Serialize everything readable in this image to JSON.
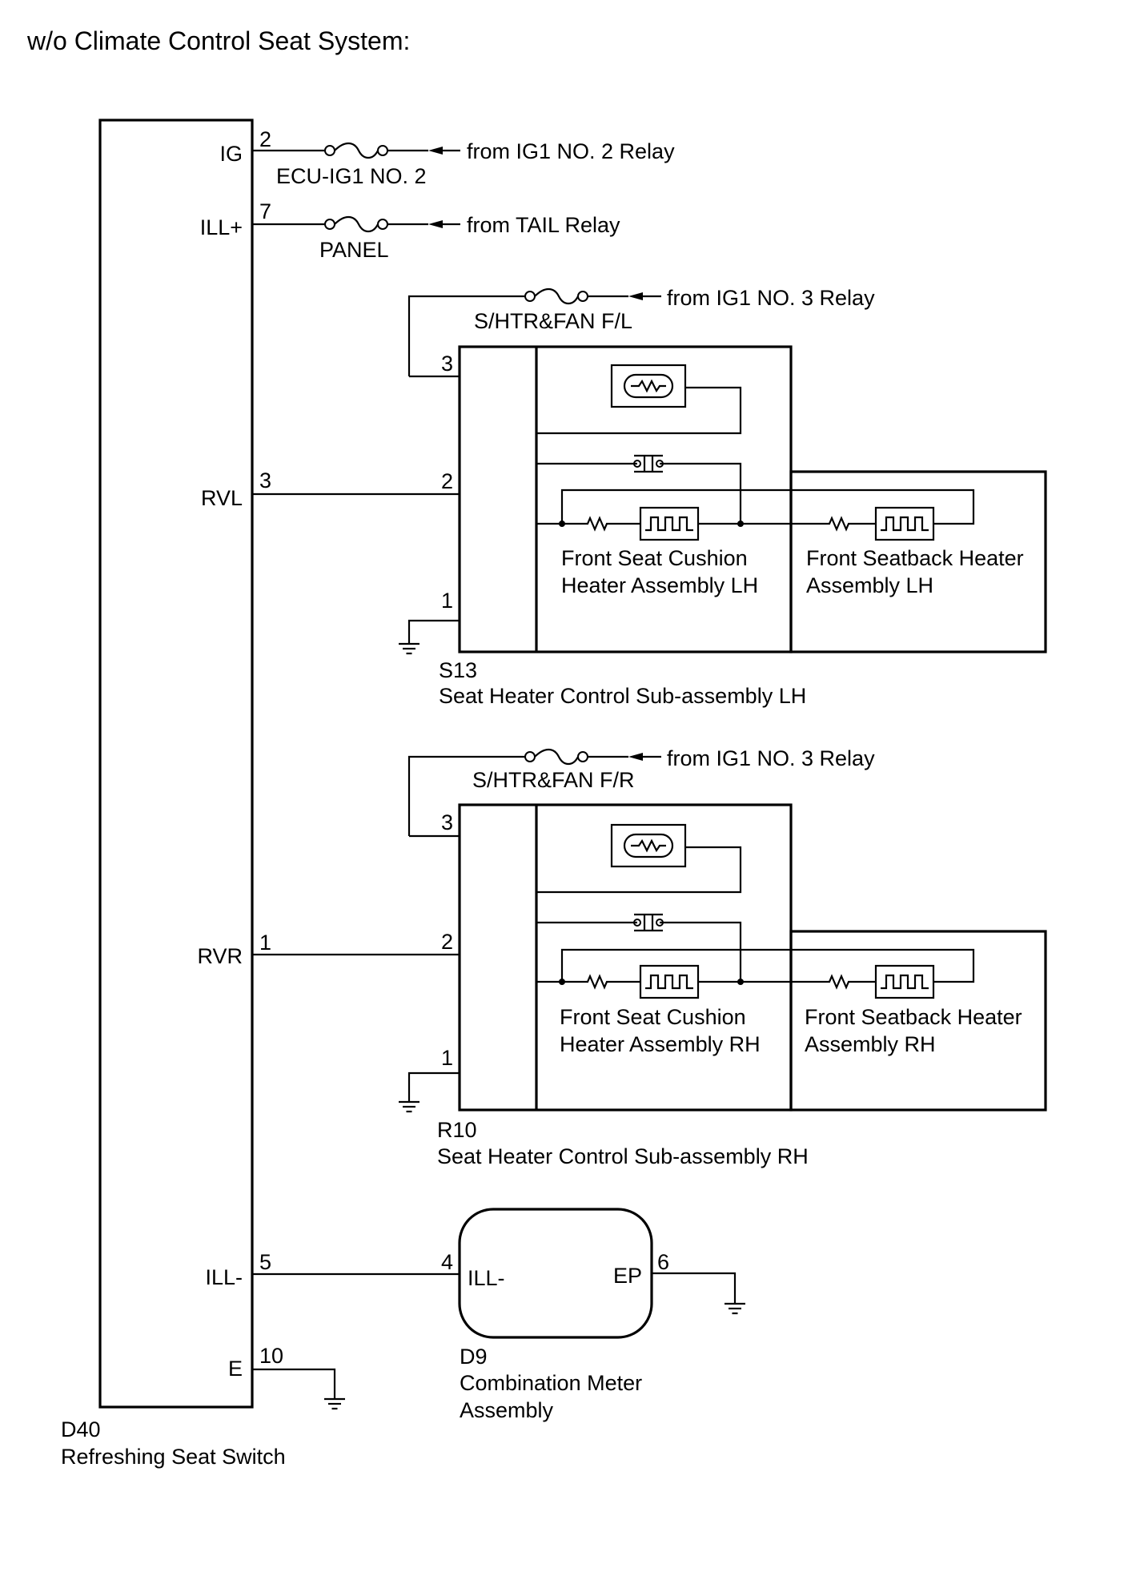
{
  "title": "w/o Climate Control Seat System:",
  "switch": {
    "code": "D40",
    "name": "Refreshing Seat Switch",
    "pins": {
      "ig": {
        "label": "IG",
        "num": "2"
      },
      "ill_plus": {
        "label": "ILL+",
        "num": "7"
      },
      "rvl": {
        "label": "RVL",
        "num": "3"
      },
      "rvr": {
        "label": "RVR",
        "num": "1"
      },
      "ill_minus": {
        "label": "ILL-",
        "num": "5"
      },
      "e": {
        "label": "E",
        "num": "10"
      }
    }
  },
  "fuses": {
    "ecu_ig1": {
      "name": "ECU-IG1 NO. 2",
      "source": "from IG1 NO. 2 Relay"
    },
    "panel": {
      "name": "PANEL",
      "source": "from TAIL Relay"
    },
    "shtr_fl": {
      "name": "S/HTR&FAN F/L",
      "source": "from IG1 NO. 3 Relay"
    },
    "shtr_fr": {
      "name": "S/HTR&FAN F/R",
      "source": "from IG1 NO. 3 Relay"
    }
  },
  "lh": {
    "code": "S13",
    "name": "Seat Heater Control Sub-assembly LH",
    "pins": {
      "p3": "3",
      "p2": "2",
      "p1": "1"
    },
    "cushion": {
      "line1": "Front Seat Cushion",
      "line2": "Heater Assembly LH"
    },
    "seatback": {
      "line1": "Front Seatback Heater",
      "line2": "Assembly LH"
    }
  },
  "rh": {
    "code": "R10",
    "name": "Seat Heater Control Sub-assembly RH",
    "pins": {
      "p3": "3",
      "p2": "2",
      "p1": "1"
    },
    "cushion": {
      "line1": "Front Seat Cushion",
      "line2": "Heater Assembly RH"
    },
    "seatback": {
      "line1": "Front Seatback Heater",
      "line2": "Assembly RH"
    }
  },
  "meter": {
    "code": "D9",
    "line1": "Combination Meter",
    "line2": "Assembly",
    "pins": {
      "ill_minus": {
        "label": "ILL-",
        "num": "4"
      },
      "ep": {
        "label": "EP",
        "num": "6"
      }
    }
  }
}
